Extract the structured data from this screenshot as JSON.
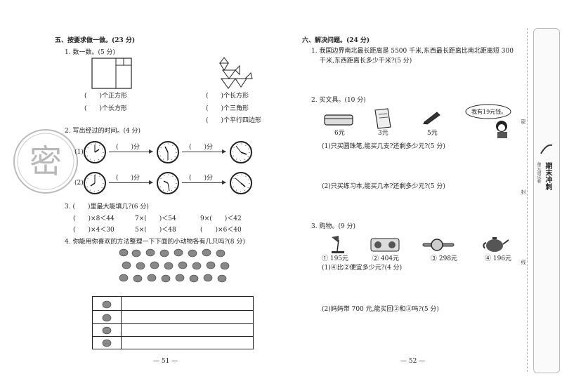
{
  "left": {
    "section_title": "五、按要求做一做。(23 分)",
    "q1": {
      "title": "1. 数一数。(5 分)",
      "items_left": [
        "(　　)个正方形",
        "(　　)个长方形"
      ],
      "items_right": [
        "(　　)个长方形",
        "(　　)个三角形",
        "(　　)个平行四边形"
      ]
    },
    "q2": {
      "title": "2. 写出经过的时间。(4 分)",
      "row_labels": [
        "(1)",
        "(2)"
      ],
      "minute_label": "(　　)分"
    },
    "q3": {
      "title": "3. (　　)里最大能填几?(6 分)",
      "rows": [
        [
          "(　　)×8＜44",
          "7×(　　)＜54",
          "9×(　　)＜42"
        ],
        [
          "(　　)×4＜30",
          "5×(　　)＜48",
          "(　　)×6＜40"
        ]
      ]
    },
    "q4": {
      "title": "4. 你能用你喜欢的方法整理一下下面的小动物各有几只吗?(8 分)"
    },
    "page_number": "— 51 —",
    "seal_char": "密"
  },
  "right": {
    "section_title": "六、解决问题。(24 分)",
    "q1": {
      "line1": "1. 我国边界南北最长距离是 5500 千米,东西最长距离比南北距离短 300",
      "line2": "千米,东西距离长多少千米?(5 分)"
    },
    "q2": {
      "title": "2. 买文具。(10 分)",
      "prices": [
        "6元",
        "3元",
        "5元"
      ],
      "speech": "我有19元钱。",
      "sub1": "(1)只买圆珠笔,能买几支?还剩多少元?(5 分)",
      "sub2": "(2)只买练习本,能买几本?还剩多少元?(5 分)"
    },
    "q3": {
      "title": "3. 购物。(9 分)",
      "items": [
        "① 195元",
        "② 404元",
        "③ 298元",
        "④ 196元"
      ],
      "sub1": "(1)④比②便宜多少元?(4 分)",
      "sub2": "(2)妈妈带 700 元,能买回②和③吗?(5 分)"
    },
    "page_number": "— 52 —"
  },
  "sidebar": {
    "marks": [
      "密",
      "封",
      "线"
    ],
    "brand": "期末冲刺",
    "sub": "单元测试卷"
  }
}
